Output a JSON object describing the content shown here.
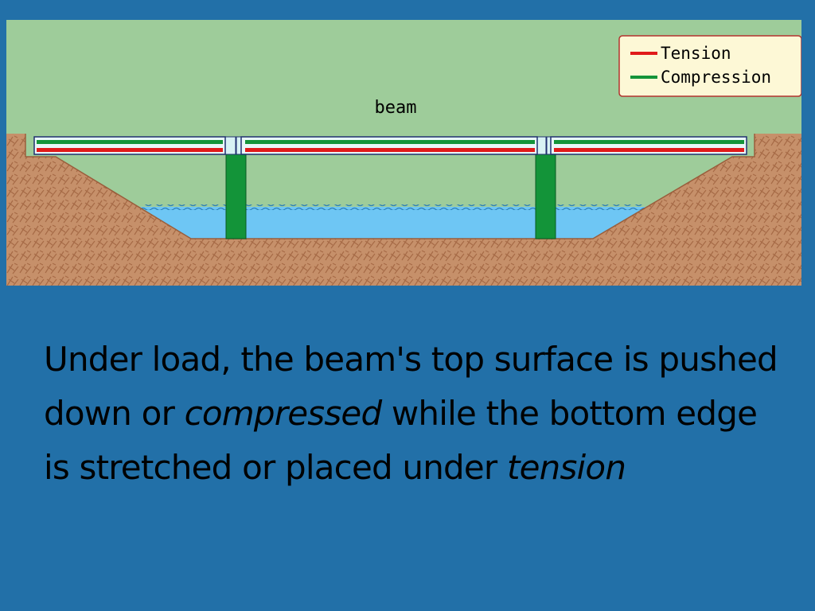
{
  "diagram": {
    "label": "beam",
    "legend": {
      "tension_label": "Tension",
      "compression_label": "Compression"
    }
  },
  "caption": {
    "part1": "Under load, the beam's top surface is pushed down or ",
    "emphasis1": "compressed",
    "part2": " while the bottom edge is stretched or placed under ",
    "emphasis2": "tension"
  },
  "colors": {
    "background": "#2270a8",
    "sky": "#9ecc9a",
    "earth": "#c6906a",
    "water": "#6ec6f4",
    "pier": "#139439",
    "tension": "#e01a1a",
    "compression": "#139439",
    "legend_bg": "#fdf8d6"
  }
}
